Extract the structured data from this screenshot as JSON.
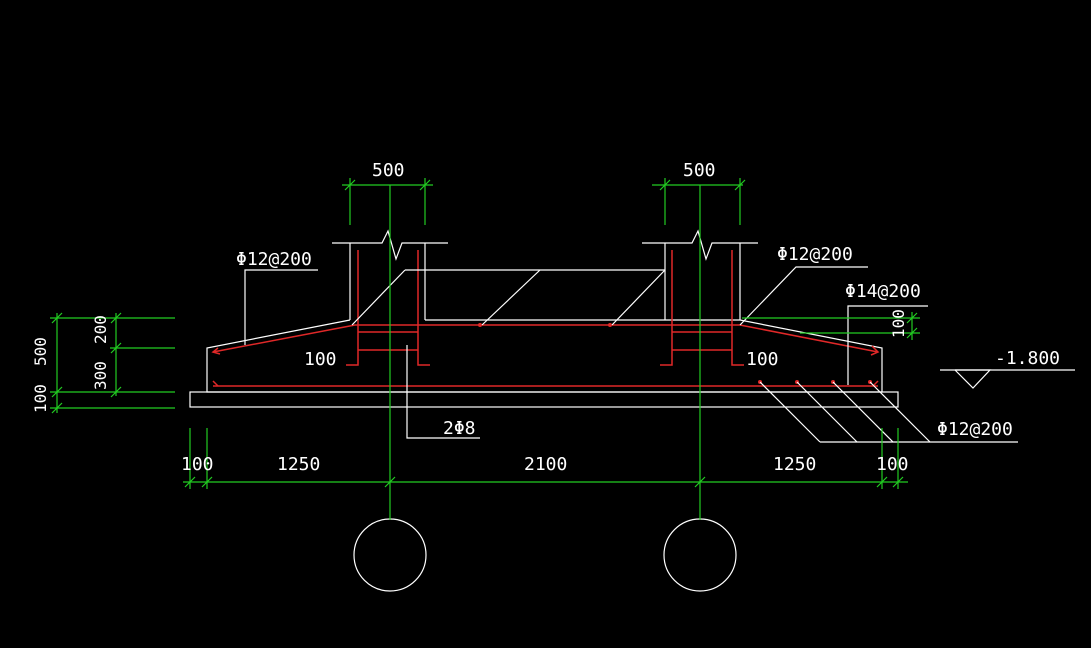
{
  "colors": {
    "background": "#000000",
    "concrete_outline": "#ffffff",
    "dimension_lines": "#22cc22",
    "rebar": "#e02828",
    "text": "#ffffff"
  },
  "labels": {
    "col_width_left": "500",
    "col_width_right": "500",
    "rebar_top_left": "Φ12@200",
    "rebar_top_right": "Φ12@200",
    "rebar_stirrup_right": "Φ14@200",
    "rebar_bottom": "Φ12@200",
    "beam_bars": "2Φ8",
    "side_cover_left": "100",
    "side_cover_right": "100",
    "elevation": "-1.800"
  },
  "left_dims": {
    "total_height": "500",
    "slab_100": "100",
    "slope_200": "200",
    "edge_300": "300"
  },
  "right_dims": {
    "top_100": "100"
  },
  "bottom_dims": {
    "d1": "100",
    "d2": "1250",
    "d3": "2100",
    "d4": "1250",
    "d5": "100"
  },
  "icons": [
    "break-line-icon",
    "elevation-triangle-icon",
    "pile-circle-icon"
  ]
}
